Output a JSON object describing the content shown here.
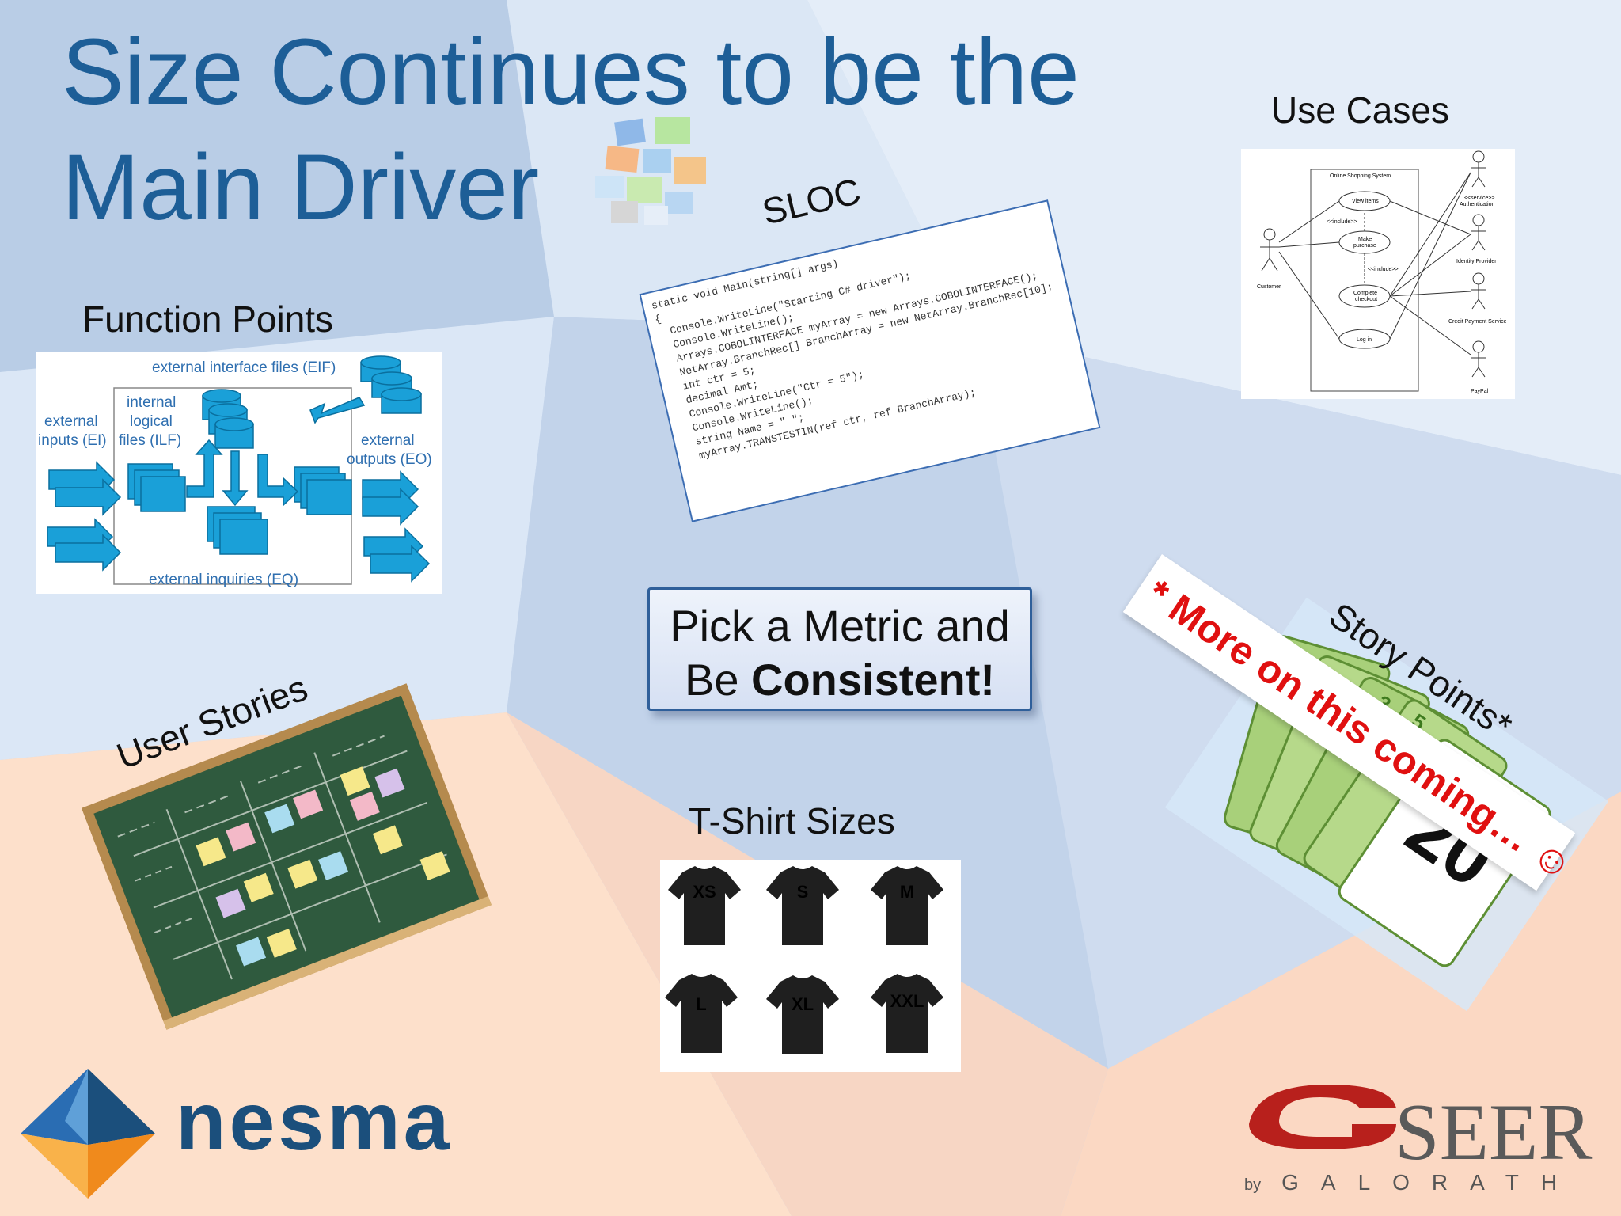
{
  "title": {
    "line1": "Size Continues to be the",
    "line2": "Main Driver"
  },
  "function_points": {
    "label": "Function Points",
    "eif": "external interface files (EIF)",
    "ilf1": "internal",
    "ilf2": "logical",
    "ilf3": "files (ILF)",
    "ei1": "external",
    "ei2": "inputs (EI)",
    "eo1": "external",
    "eo2": "outputs (EO)",
    "eq": "external inquiries (EQ)"
  },
  "sloc": {
    "label": "SLOC",
    "lines": [
      "static void Main(string[] args)",
      "{",
      "  Console.WriteLine(\"Starting C# driver\");",
      "  Console.WriteLine();",
      "",
      "  Arrays.COBOLINTERFACE myArray = new Arrays.COBOLINTERFACE();",
      "",
      "  NetArray.BranchRec[] BranchArray = new NetArray.BranchRec[10];",
      "",
      "  int ctr = 5;",
      "  decimal Amt;",
      "  Console.WriteLine(\"Ctr = 5\");",
      "  Console.WriteLine();",
      "  string Name = \" \";",
      "",
      "  myArray.TRANSTESTIN(ref ctr, ref BranchArray);"
    ]
  },
  "use_cases": {
    "label": "Use Cases",
    "system": "Online Shopping System",
    "uc1": "View items",
    "uc2a": "Make",
    "uc2b": "purchase",
    "uc3a": "Complete",
    "uc3b": "checkout",
    "uc4": "Log in",
    "include": "<<include>>",
    "service1": "<<service>>",
    "service2": "Authentication",
    "actor_customer": "Customer",
    "actor_identity": "Identity Provider",
    "actor_credit": "Credit Payment Service",
    "actor_paypal": "PayPal"
  },
  "callout": {
    "line1": "Pick a Metric and",
    "line2_plain": "Be ",
    "line2_bold": "Consistent!"
  },
  "user_stories": {
    "label": "User Stories"
  },
  "tshirt": {
    "label": "T-Shirt Sizes",
    "sizes": [
      "XS",
      "S",
      "M",
      "L",
      "XL",
      "XXL"
    ]
  },
  "story_points": {
    "label": "Story Points*",
    "banner": "* More on this coming… ☺",
    "cards": [
      "1",
      "2",
      "3",
      "5"
    ],
    "big_card": "20"
  },
  "logos": {
    "nesma": "nesma",
    "seer": "SEER",
    "by": "by",
    "galorath": "GALORATH"
  },
  "colors": {
    "title": "#1d5e97",
    "accent_red": "#e01010",
    "fp_blue": "#1aa0d8",
    "board_green": "#2f5a3e"
  }
}
